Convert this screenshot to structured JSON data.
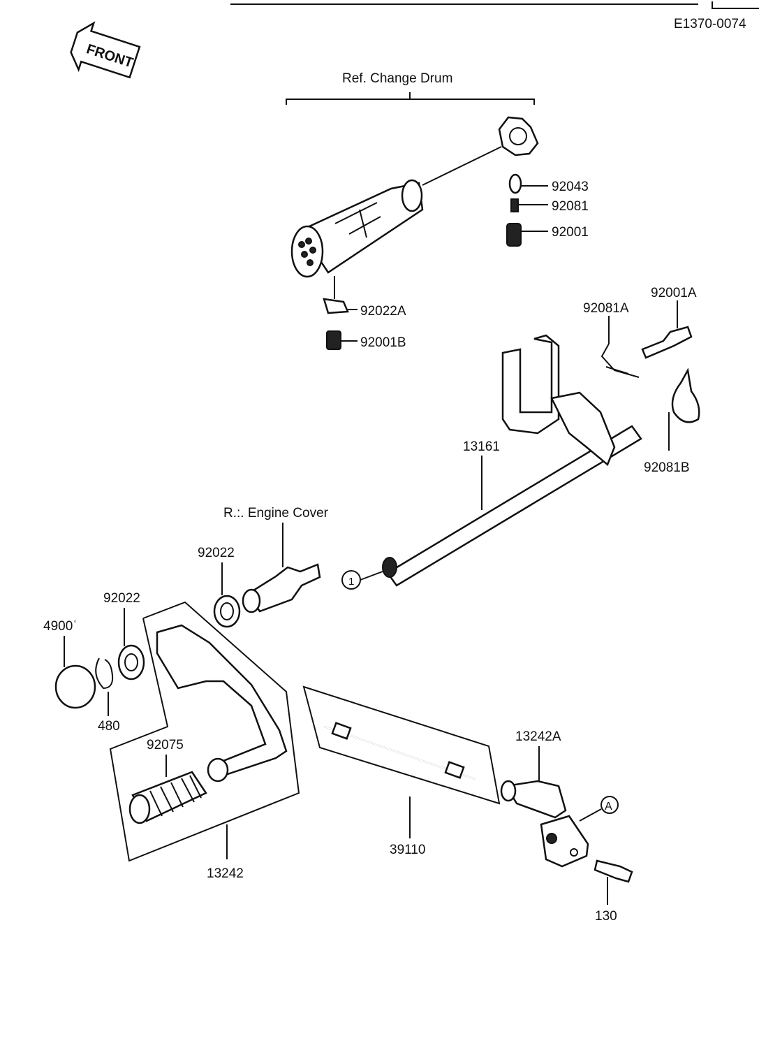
{
  "diagram_id": "E1370-0074",
  "front_badge": "FRONT",
  "references": {
    "change_drum": "Ref. Change Drum",
    "engine_cover": "R.:. Engine Cover"
  },
  "parts": {
    "p92043": "92043",
    "p92081": "92081",
    "p92001": "92001",
    "p92022A": "92022A",
    "p92001B": "92001B",
    "p92081A": "92081A",
    "p92001A": "92001A",
    "p92081B": "92081B",
    "p13161": "13161",
    "p92022_upper": "92022",
    "p92022_lower": "92022",
    "p49006": "4900ʿ",
    "p480": "480",
    "p92075": "92075",
    "p13242A": "13242A",
    "p39110": "39110",
    "p13242": "13242",
    "p130": "130"
  },
  "markers": {
    "circle_a": "A",
    "circle_1": "1"
  },
  "colors": {
    "ink": "#111111",
    "paper": "#ffffff"
  }
}
